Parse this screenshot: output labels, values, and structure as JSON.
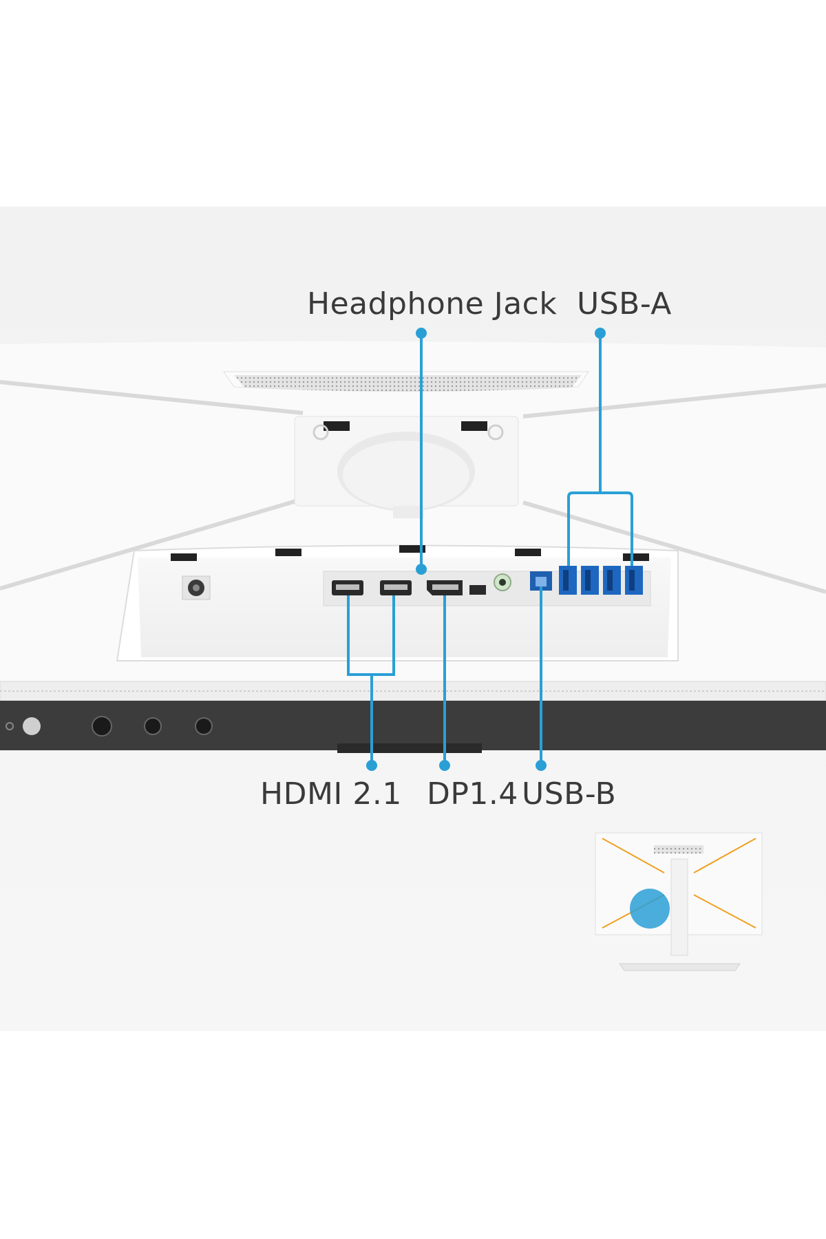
{
  "callouts": {
    "headphone_jack": "Headphone Jack",
    "usb_a": "USB-A",
    "hdmi": "HDMI 2.1",
    "dp": "DP1.4",
    "usb_b": "USB-B"
  },
  "colors": {
    "accent": "#2a9fd6",
    "text": "#3a3a3a",
    "background": "#f4f4f4",
    "body_white": "#fafafa",
    "bezel_dark": "#3c3c3c",
    "thumbnail_accent": "#f0a020"
  },
  "icons": [
    "speaker-grille-icon",
    "hdmi-port-icon",
    "displayport-icon",
    "usb-a-port-icon",
    "usb-b-port-icon",
    "audio-jack-icon",
    "power-port-icon",
    "control-knob-icon"
  ]
}
